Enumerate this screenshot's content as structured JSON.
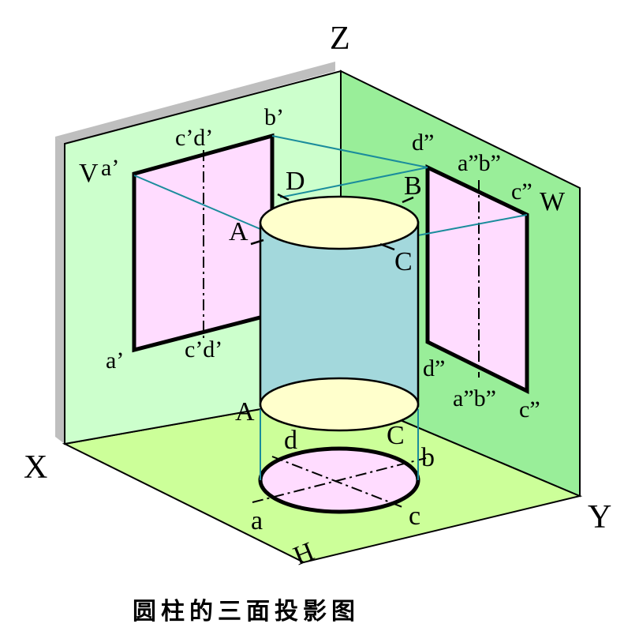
{
  "axes": {
    "z": "Z",
    "x": "X",
    "y": "Y"
  },
  "planes": {
    "v": "V",
    "w": "W",
    "h": "H"
  },
  "front_view": {
    "top_left": "a’",
    "top_right": "b’",
    "top_mid": "c’d’",
    "bottom_left": "a’",
    "bottom_mid": "c’d’"
  },
  "side_view": {
    "top_left": "d”",
    "top_mid": "a”b”",
    "top_right": "c”",
    "bottom_left": "d”",
    "bottom_mid": "a”b”",
    "bottom_right": "c”"
  },
  "cylinder": {
    "top_a": "A",
    "top_b": "B",
    "top_c": "C",
    "top_d": "D",
    "bottom_a": "A",
    "bottom_c": "C"
  },
  "top_view": {
    "a": "a",
    "b": "b",
    "c": "c",
    "d": "d"
  },
  "caption": "圆柱的三面投影图",
  "colors": {
    "v_plane": "#ccffcc",
    "w_plane": "#99ee99",
    "h_plane": "#ccff99",
    "projection_fill": "#ffdcff",
    "cylinder_body": "#a3d8dc",
    "cylinder_cap": "#ffffcc",
    "projector_line": "#1a8c9c"
  }
}
